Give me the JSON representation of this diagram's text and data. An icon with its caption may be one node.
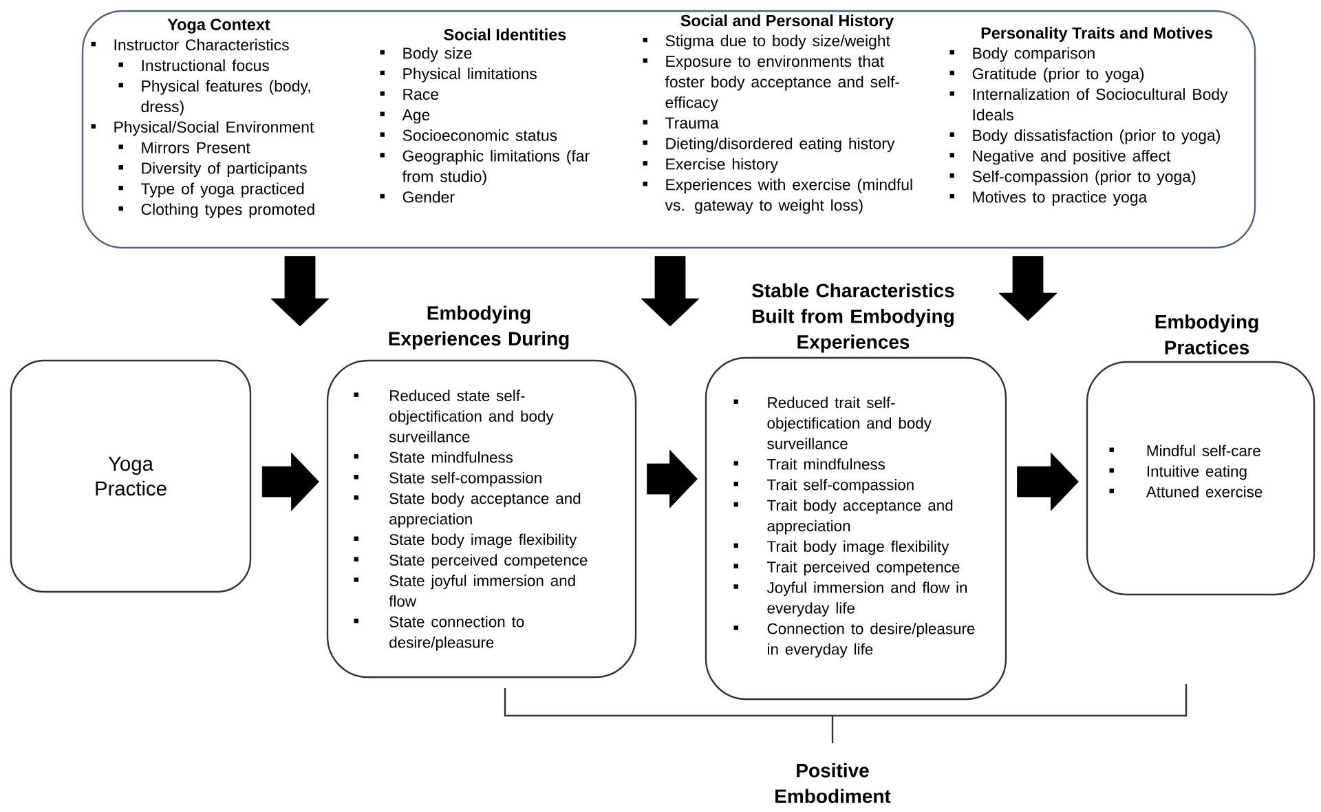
{
  "diagram": {
    "nodes": [
      {
        "text": [
          "Yoga Context",
          "Instructor Characteristics",
          "Instructional focus",
          "Physical features (body, dress)",
          "Physical/Social Environment",
          "Mirrors Present",
          "Diversity of participants",
          "Type of yoga practiced",
          "Clothing types promoted",
          "Social Identities",
          "Body size",
          "Physical limitations",
          "Race",
          "Age",
          "Socioeconomic status",
          "Geographic limitations (far from studio)",
          "Gender",
          "Social and Personal History",
          "Stigma due to body size/weight",
          "Exposure to environments that foster body acceptance and self-efficacy",
          "Trauma",
          "Dieting/disordered eating history",
          "Exercise history",
          "Experiences with exercise (mindful vs. gateway to weight loss)",
          "Personality Traits and Motives",
          "Body comparison",
          "Gratitude (prior to yoga)",
          "Internalization of Sociocultural Body Ideals",
          "Body dissatisfaction (prior to yoga)",
          "Negative and positive affect",
          "Self-compassion (prior to yoga)",
          "Motives to practice yoga"
        ]
      },
      {
        "text": [
          "Yoga Practice"
        ]
      },
      {
        "text": [
          "Embodying Experiences During",
          "Reduced state self-objectification and body surveillance",
          "State mindfulness",
          "State self-compassion",
          "State body acceptance and appreciation",
          "State body image flexibility",
          "State perceived competence",
          "State joyful immersion and flow",
          "State connection to desire/pleasure"
        ]
      },
      {
        "text": [
          "Stable Characteristics Built from Embodying Experiences",
          "Reduced trait self-objectification and body surveillance",
          "Trait mindfulness",
          "Trait self-compassion",
          "Trait body acceptance and appreciation",
          "Trait body image flexibility",
          "Trait perceived competence",
          "Joyful immersion and flow in everyday life",
          "Connection to desire/pleasure in everyday life"
        ]
      },
      {
        "text": [
          "Embodying Practices",
          "Mindful self-care",
          "Intuitive eating",
          "Attuned exercise"
        ]
      }
    ],
    "edges": [
      {
        "from": 1,
        "to": 2,
        "arrow": "to"
      },
      {
        "from": 2,
        "to": 3,
        "arrow": "to"
      },
      {
        "from": 3,
        "to": 4,
        "arrow": "to"
      },
      {
        "from": 0,
        "to": null,
        "arrow": "to"
      },
      {
        "from": 0,
        "to": null,
        "arrow": "to"
      },
      {
        "from": 0,
        "to": null,
        "arrow": "to"
      }
    ],
    "labels": [
      "Positive Embodiment"
    ]
  }
}
